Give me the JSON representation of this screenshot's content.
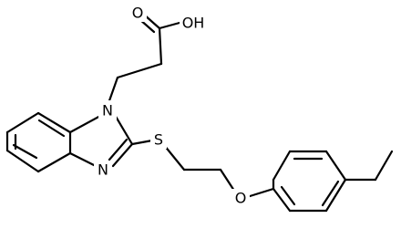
{
  "molecule": {
    "atoms": {
      "o_carbonyl": "O",
      "oh": "OH",
      "n1": "N",
      "n3": "N",
      "s": "S",
      "o_ether": "O"
    }
  }
}
